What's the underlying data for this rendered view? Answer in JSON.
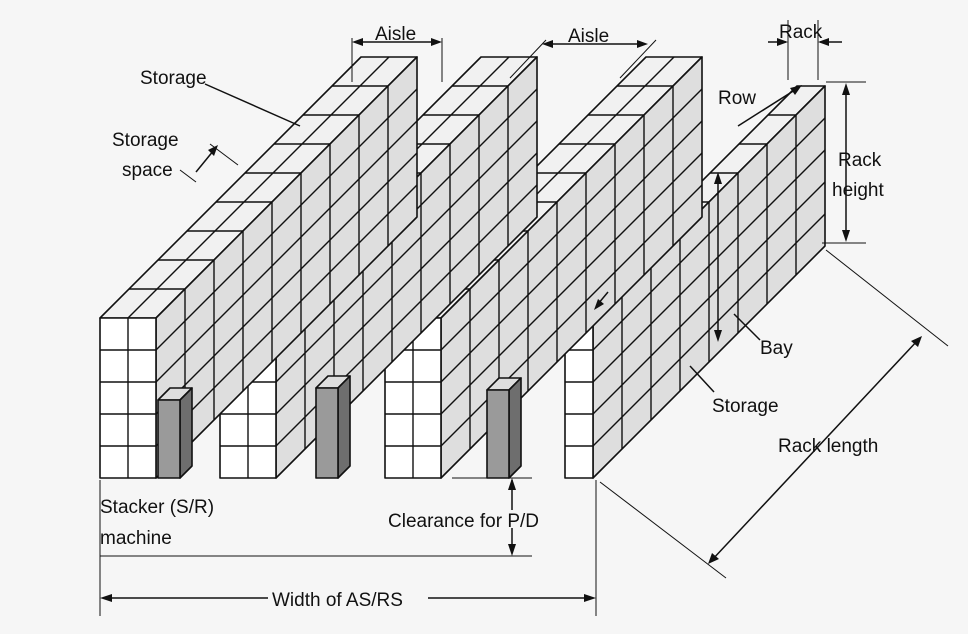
{
  "labels": {
    "aisle_left": "Aisle",
    "aisle_right": "Aisle",
    "rack": "Rack",
    "storage_top": "Storage",
    "storage_space_1": "Storage",
    "storage_space_2": "space",
    "row": "Row",
    "rack_height_1": "Rack",
    "rack_height_2": "height",
    "bay": "Bay",
    "storage_right": "Storage",
    "rack_length": "Rack length",
    "stacker_1": "Stacker (S/R)",
    "stacker_2": "machine",
    "clearance": "Clearance for P/D",
    "width": "Width of AS/RS"
  },
  "colors": {
    "background": "#f6f6f6",
    "front_face": "#ffffff",
    "side_face": "#dedede",
    "top_face": "#f1f1f1",
    "machine_front": "#9a9a9a",
    "machine_side": "#6e6e6e",
    "lines": "#111111"
  },
  "structure": {
    "rack_count": 4,
    "levels": 5
  }
}
